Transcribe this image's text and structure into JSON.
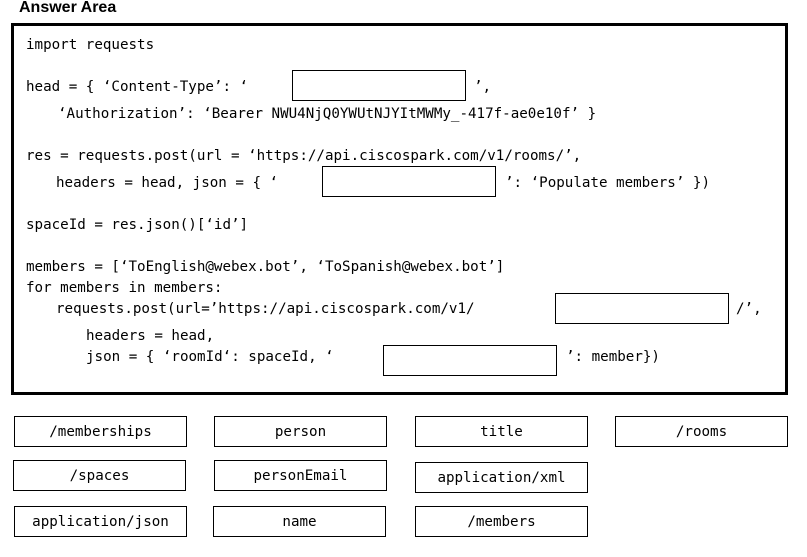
{
  "title": "Answer Area",
  "code": {
    "l1": "import requests",
    "l2a": "head = { ‘Content-Type’: ‘",
    "l2b": "’,",
    "l3": "‘Authorization’: ‘Bearer NWU4NjQ0YWUtNJYItMWMy_-417f-ae0e10f’ }",
    "l4": "res = requests.post(url = ‘https://api.ciscospark.com/v1/rooms/’,",
    "l5a": "headers = head, json = { ‘",
    "l5b": "’: ‘Populate members’ })",
    "l6": "spaceId = res.json()[‘id’]",
    "l7": "members = [‘ToEnglish@webex.bot’, ‘ToSpanish@webex.bot’]",
    "l8": "for members in members:",
    "l9a": "requests.post(url=’https://api.ciscospark.com/v1/",
    "l9b": "/’,",
    "l10": "headers = head,",
    "l11a": "json = { ‘roomId‘: spaceId, ‘",
    "l11b": "’: member})"
  },
  "options": [
    "/memberships",
    "person",
    "title",
    "/rooms",
    "/spaces",
    "personEmail",
    "application/xml",
    "application/json",
    "name",
    "/members"
  ]
}
